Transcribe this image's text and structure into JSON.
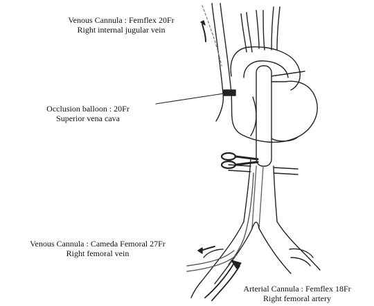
{
  "labels": {
    "venous_jugular": {
      "line1": "Venous Cannula : Femflex 20Fr",
      "line2": "Right internal jugular vein"
    },
    "occlusion": {
      "line1": "Occlusion balloon : 20Fr",
      "line2": "Superior vena cava"
    },
    "venous_femoral": {
      "line1": "Venous Cannula : Cameda Femoral 27Fr",
      "line2": "Right  femoral vein"
    },
    "arterial_femoral": {
      "line1": "Arterial Cannula : Femflex 18Fr",
      "line2": "Right  femoral artery"
    }
  },
  "colors": {
    "line": "#222222",
    "dashed_cannula": "#888888",
    "fill": "#ffffff"
  }
}
